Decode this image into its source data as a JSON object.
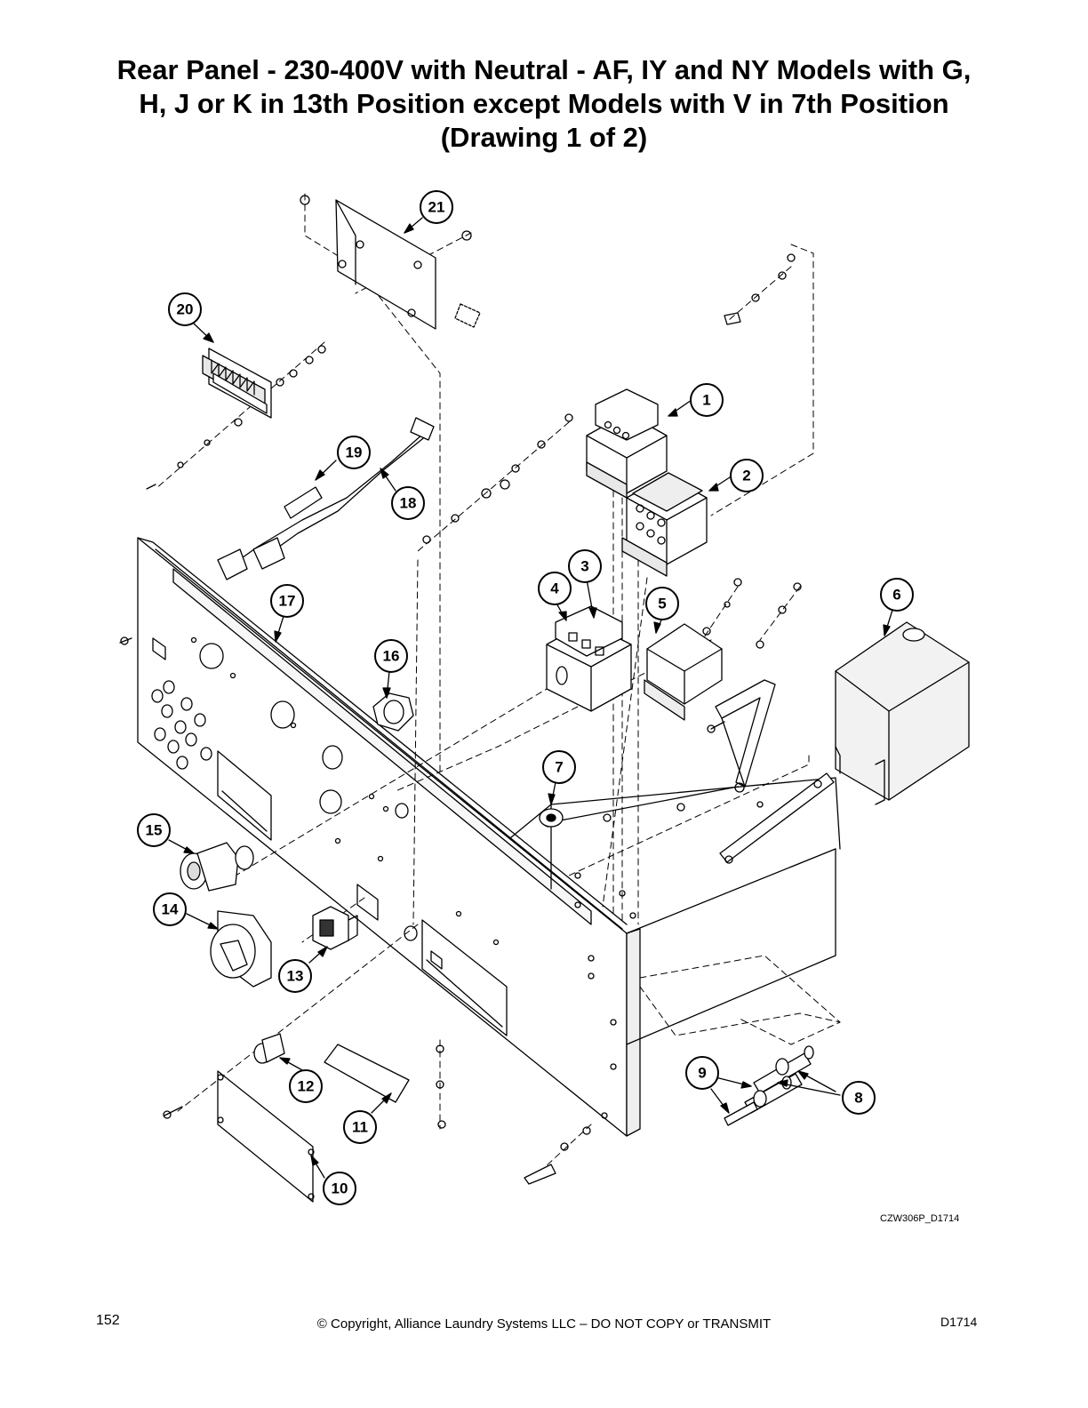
{
  "title": {
    "line1": "Rear Panel - 230-400V with Neutral - AF, IY and NY Models with G,",
    "line2": "H, J or K in 13th Position except Models with V in 7th Position",
    "line3": "(Drawing 1 of 2)"
  },
  "callouts": [
    "1",
    "2",
    "3",
    "4",
    "5",
    "6",
    "7",
    "8",
    "9",
    "10",
    "11",
    "12",
    "13",
    "14",
    "15",
    "16",
    "17",
    "18",
    "19",
    "20",
    "21"
  ],
  "drawing_id": "CZW306P_D1714",
  "footer": {
    "page_number": "152",
    "copyright": "© Copyright, Alliance Laundry Systems LLC – DO NOT COPY or TRANSMIT",
    "doc_id": "D1714"
  }
}
